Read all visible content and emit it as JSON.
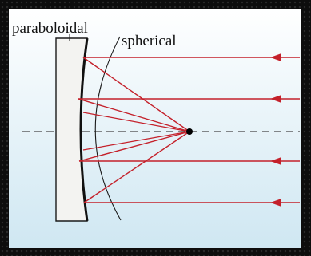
{
  "labels": {
    "paraboloidal": "paraboloidal",
    "spherical": "spherical"
  },
  "colors": {
    "frame_border": "#0d0d0d",
    "panel_top": "#ffffff",
    "panel_bottom": "#cfe7f2",
    "mirror_fill": "#f3f3f1",
    "mirror_stroke": "#1a1a1a",
    "ray": "#c4202a",
    "axis": "#444444",
    "focus": "#000000"
  },
  "icons": {
    "focal_point": "focal-point-dot",
    "ray_arrow": "arrowhead-left"
  }
}
